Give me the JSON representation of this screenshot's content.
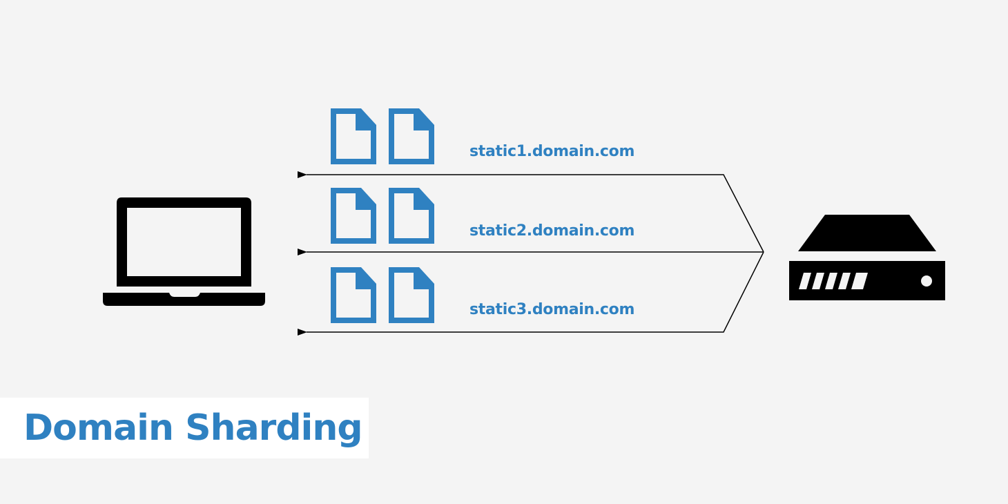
{
  "diagram": {
    "title": "Domain Sharding",
    "client": {
      "icon": "laptop-icon"
    },
    "server": {
      "icon": "server-icon"
    },
    "shards": [
      {
        "label": "static1.domain.com",
        "files": [
          "file-icon",
          "file-icon"
        ]
      },
      {
        "label": "static2.domain.com",
        "files": [
          "file-icon",
          "file-icon"
        ]
      },
      {
        "label": "static3.domain.com",
        "files": [
          "file-icon",
          "file-icon"
        ]
      }
    ],
    "colors": {
      "background": "#f4f4f4",
      "accent": "#2f81c1",
      "icon": "#000000",
      "title_box": "#ffffff"
    }
  }
}
